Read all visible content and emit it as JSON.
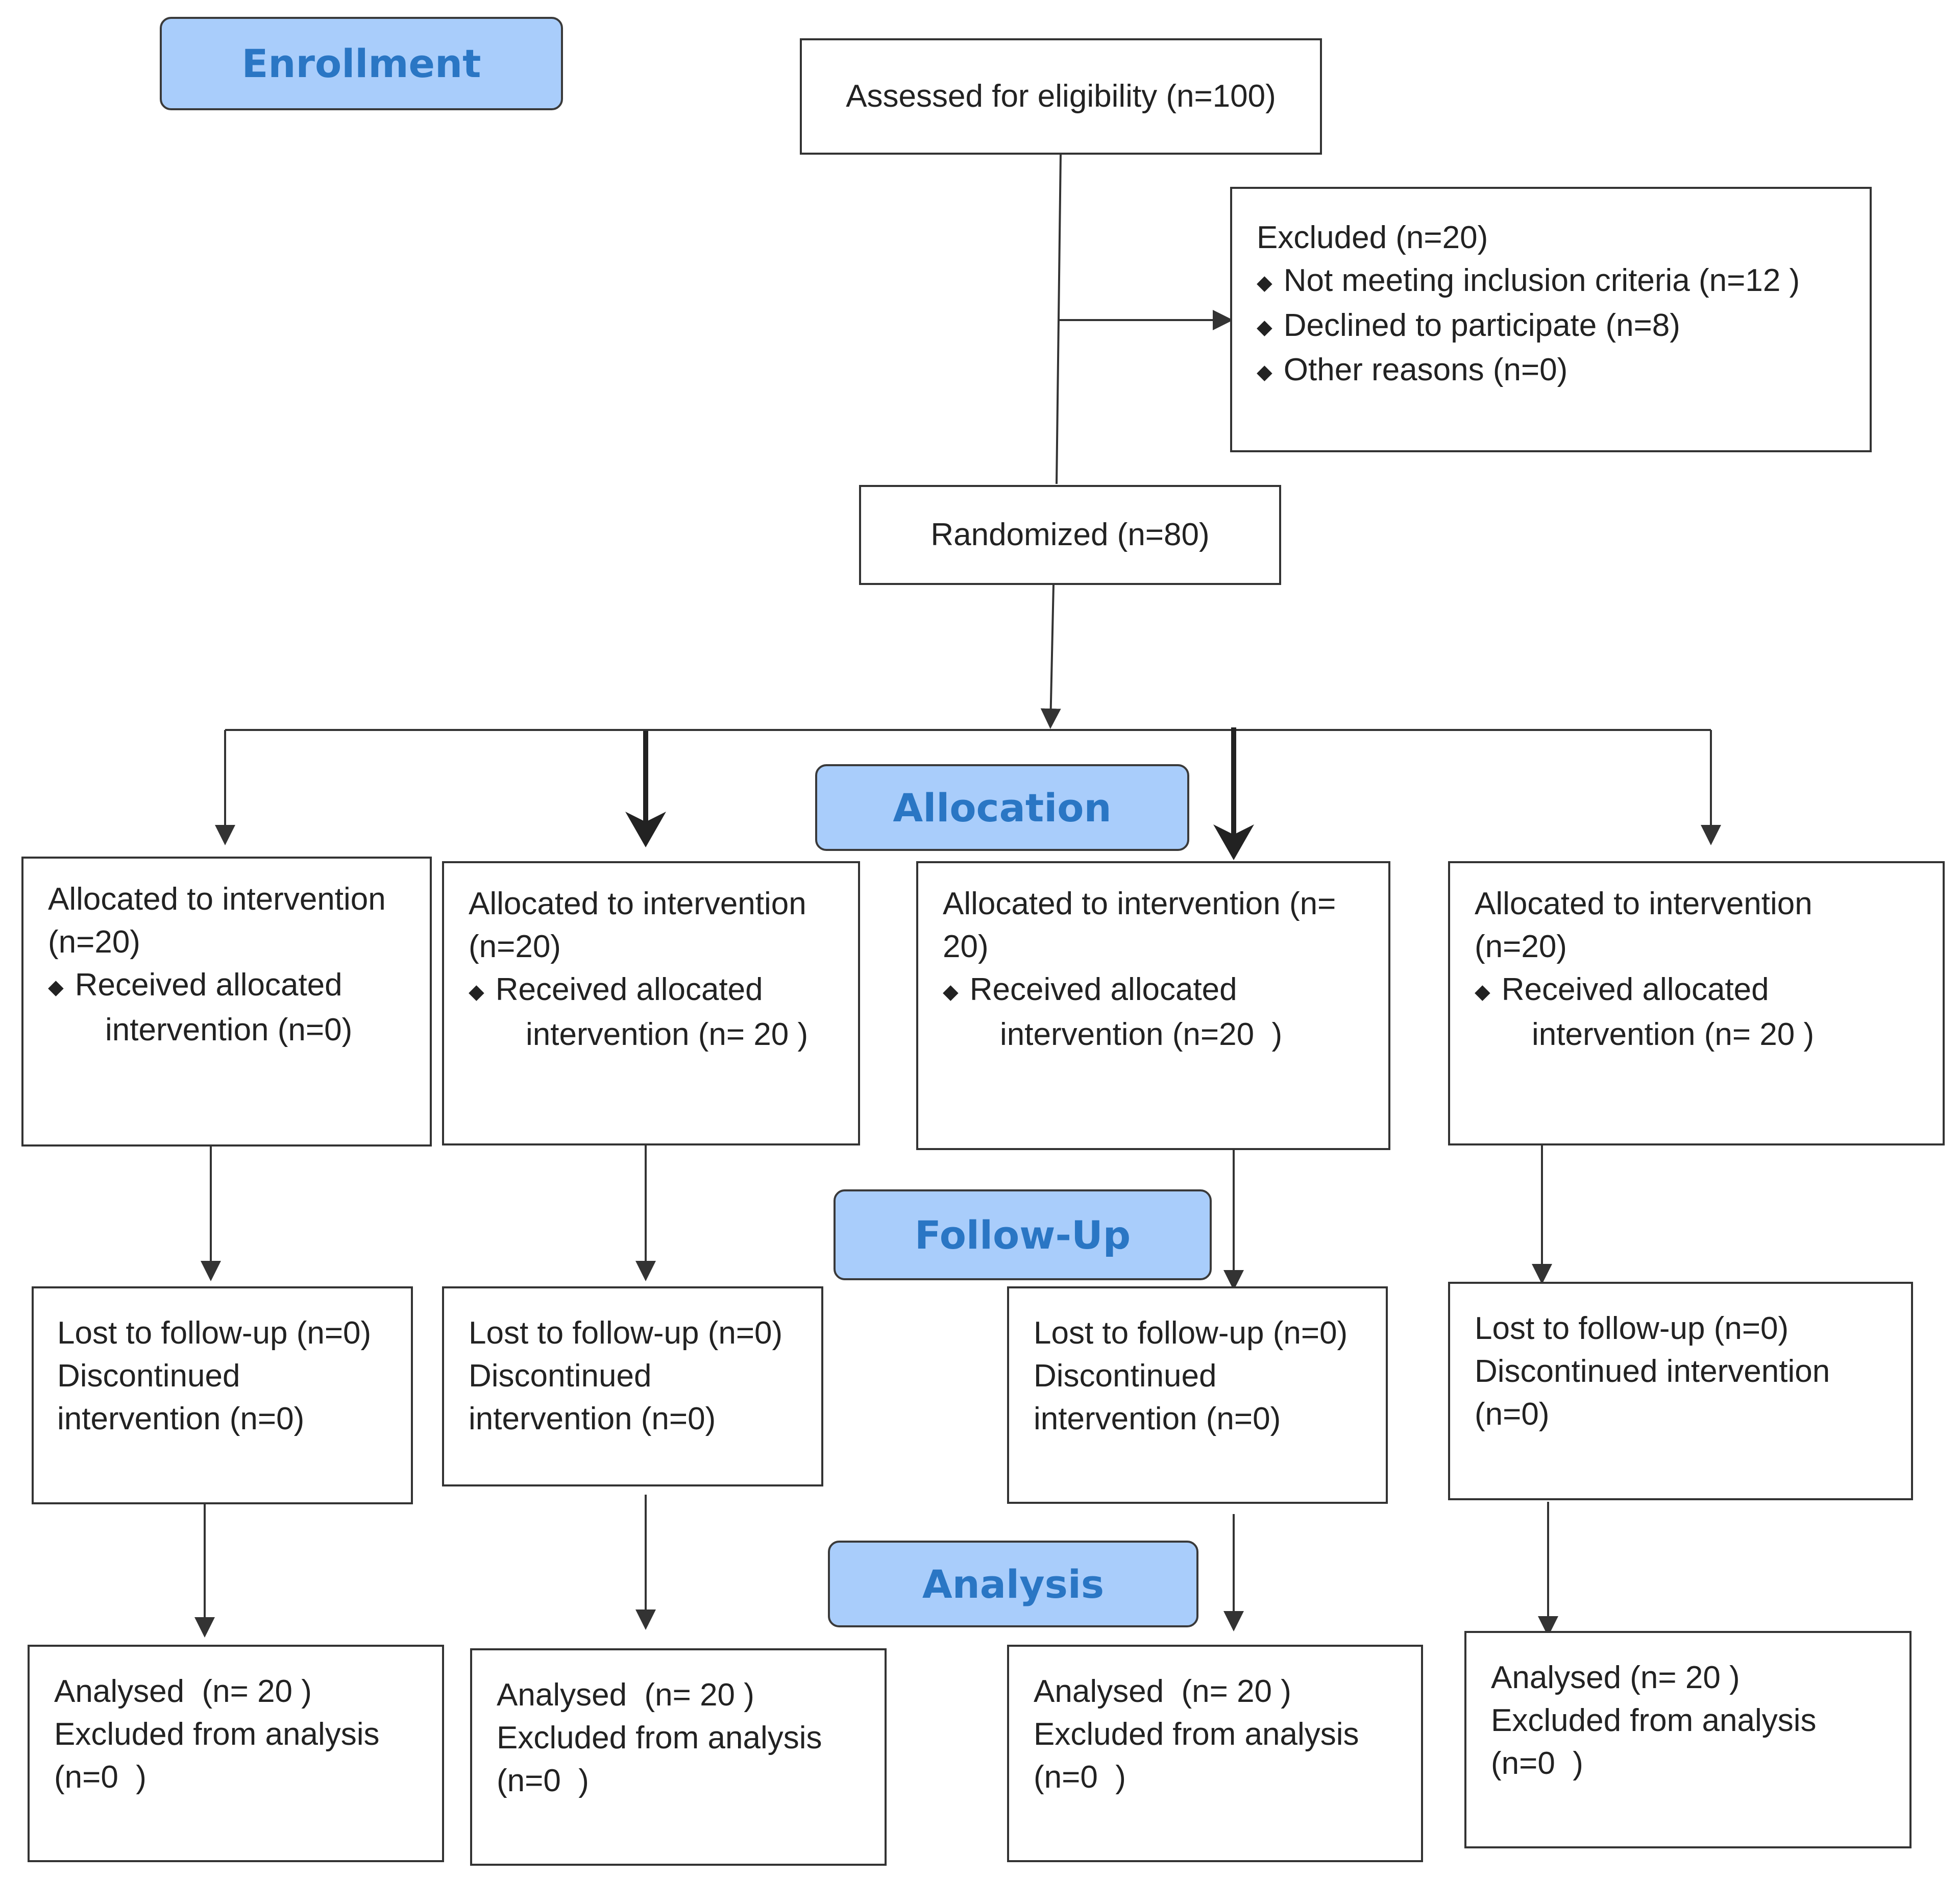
{
  "colors": {
    "stage_fill": "#a9cdfb",
    "stage_text": "#2a76c4",
    "line": "#333333"
  },
  "stages": {
    "enrollment": "Enrollment",
    "allocation": "Allocation",
    "follow_up": "Follow-Up",
    "analysis": "Analysis"
  },
  "assessed": "Assessed for eligibility (n=100)",
  "excluded": {
    "title": "Excluded (n=20)",
    "items": [
      "Not meeting inclusion criteria (n=12 )",
      "Declined to participate (n=8)",
      "Other reasons (n=0)"
    ],
    "bullet_icon": "diamond-bullet-icon"
  },
  "randomized": "Randomized (n=80)",
  "arms": [
    {
      "allocation": {
        "l1": "Allocated to intervention",
        "l2": "(n=20)",
        "b1": "Received allocated",
        "b2": "intervention (n=0)"
      },
      "followup": {
        "l1": "Lost to follow-up (n=0)",
        "l2": "Discontinued",
        "l3": "intervention (n=0)"
      },
      "analysis": {
        "l1": "Analysed  (n= 20 )",
        "l2": "Excluded from analysis",
        "l3": "(n=0  )"
      }
    },
    {
      "allocation": {
        "l1": "Allocated to intervention",
        "l2": "(n=20)",
        "b1": "Received allocated",
        "b2": "intervention (n= 20 )"
      },
      "followup": {
        "l1": "Lost to follow-up (n=0)",
        "l2": "Discontinued",
        "l3": "intervention (n=0)"
      },
      "analysis": {
        "l1": "Analysed  (n= 20 )",
        "l2": "Excluded from analysis",
        "l3": "(n=0  )"
      }
    },
    {
      "allocation": {
        "l1": "Allocated to intervention (n=",
        "l2": "20)",
        "b1": "Received allocated",
        "b2": "intervention (n=20  )"
      },
      "followup": {
        "l1": "Lost to follow-up (n=0)",
        "l2": "Discontinued",
        "l3": "intervention (n=0)"
      },
      "analysis": {
        "l1": "Analysed  (n= 20 )",
        "l2": "Excluded from analysis",
        "l3": "(n=0  )"
      }
    },
    {
      "allocation": {
        "l1": "Allocated to intervention",
        "l2": "(n=20)",
        "b1": "Received allocated",
        "b2": "intervention (n= 20 )"
      },
      "followup": {
        "l1": "Lost to follow-up (n=0)",
        "l2": "Discontinued intervention",
        "l3": "(n=0)"
      },
      "analysis": {
        "l1": "Analysed (n= 20 )",
        "l2": "Excluded from analysis",
        "l3": "(n=0  )"
      }
    }
  ]
}
